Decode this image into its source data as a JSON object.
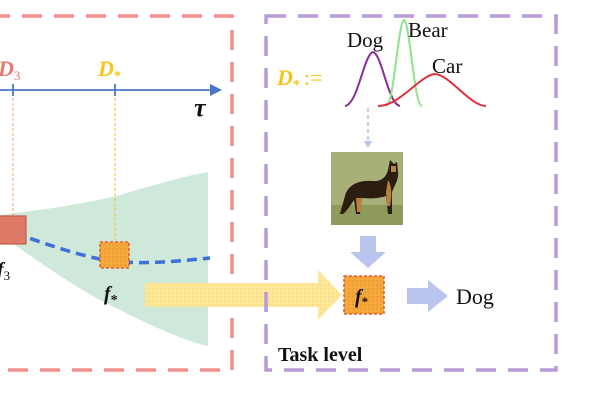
{
  "colors": {
    "left_border": "#f4908f",
    "right_border": "#b79ad6",
    "axis": "#4c74c9",
    "d3_label": "#e8796e",
    "dstar_label": "#f5c518",
    "band_fill": "#c9e6d6",
    "trajectory": "#3f6fd8",
    "f3_box": "#e07a68",
    "fstar_box": "#f2a43a",
    "big_arrow": "#fbe89a",
    "down_arrow": "#b9c4ef",
    "out_arrow": "#b9c4ef",
    "curve_dog": "#8a2d9a",
    "curve_bear": "#8fe38f",
    "curve_car": "#e0303a"
  },
  "left_panel": {
    "d3_main": "D",
    "d3_sub": "3",
    "dstar_main": "D",
    "dstar_sub": "*",
    "axis_label": "τ",
    "f3_main": "f",
    "f3_sub": "3",
    "fstar_main": "f",
    "fstar_sub": "*"
  },
  "right_panel": {
    "dstar_eq_main": "D",
    "dstar_eq_sub": "*",
    "dstar_eq_sign": ":=",
    "curve_labels": [
      "Dog",
      "Bear",
      "Car"
    ],
    "image_icon": "dog-photo-icon",
    "box_main": "f",
    "box_sub": "*",
    "output_label": "Dog",
    "section_label": "Task level"
  }
}
